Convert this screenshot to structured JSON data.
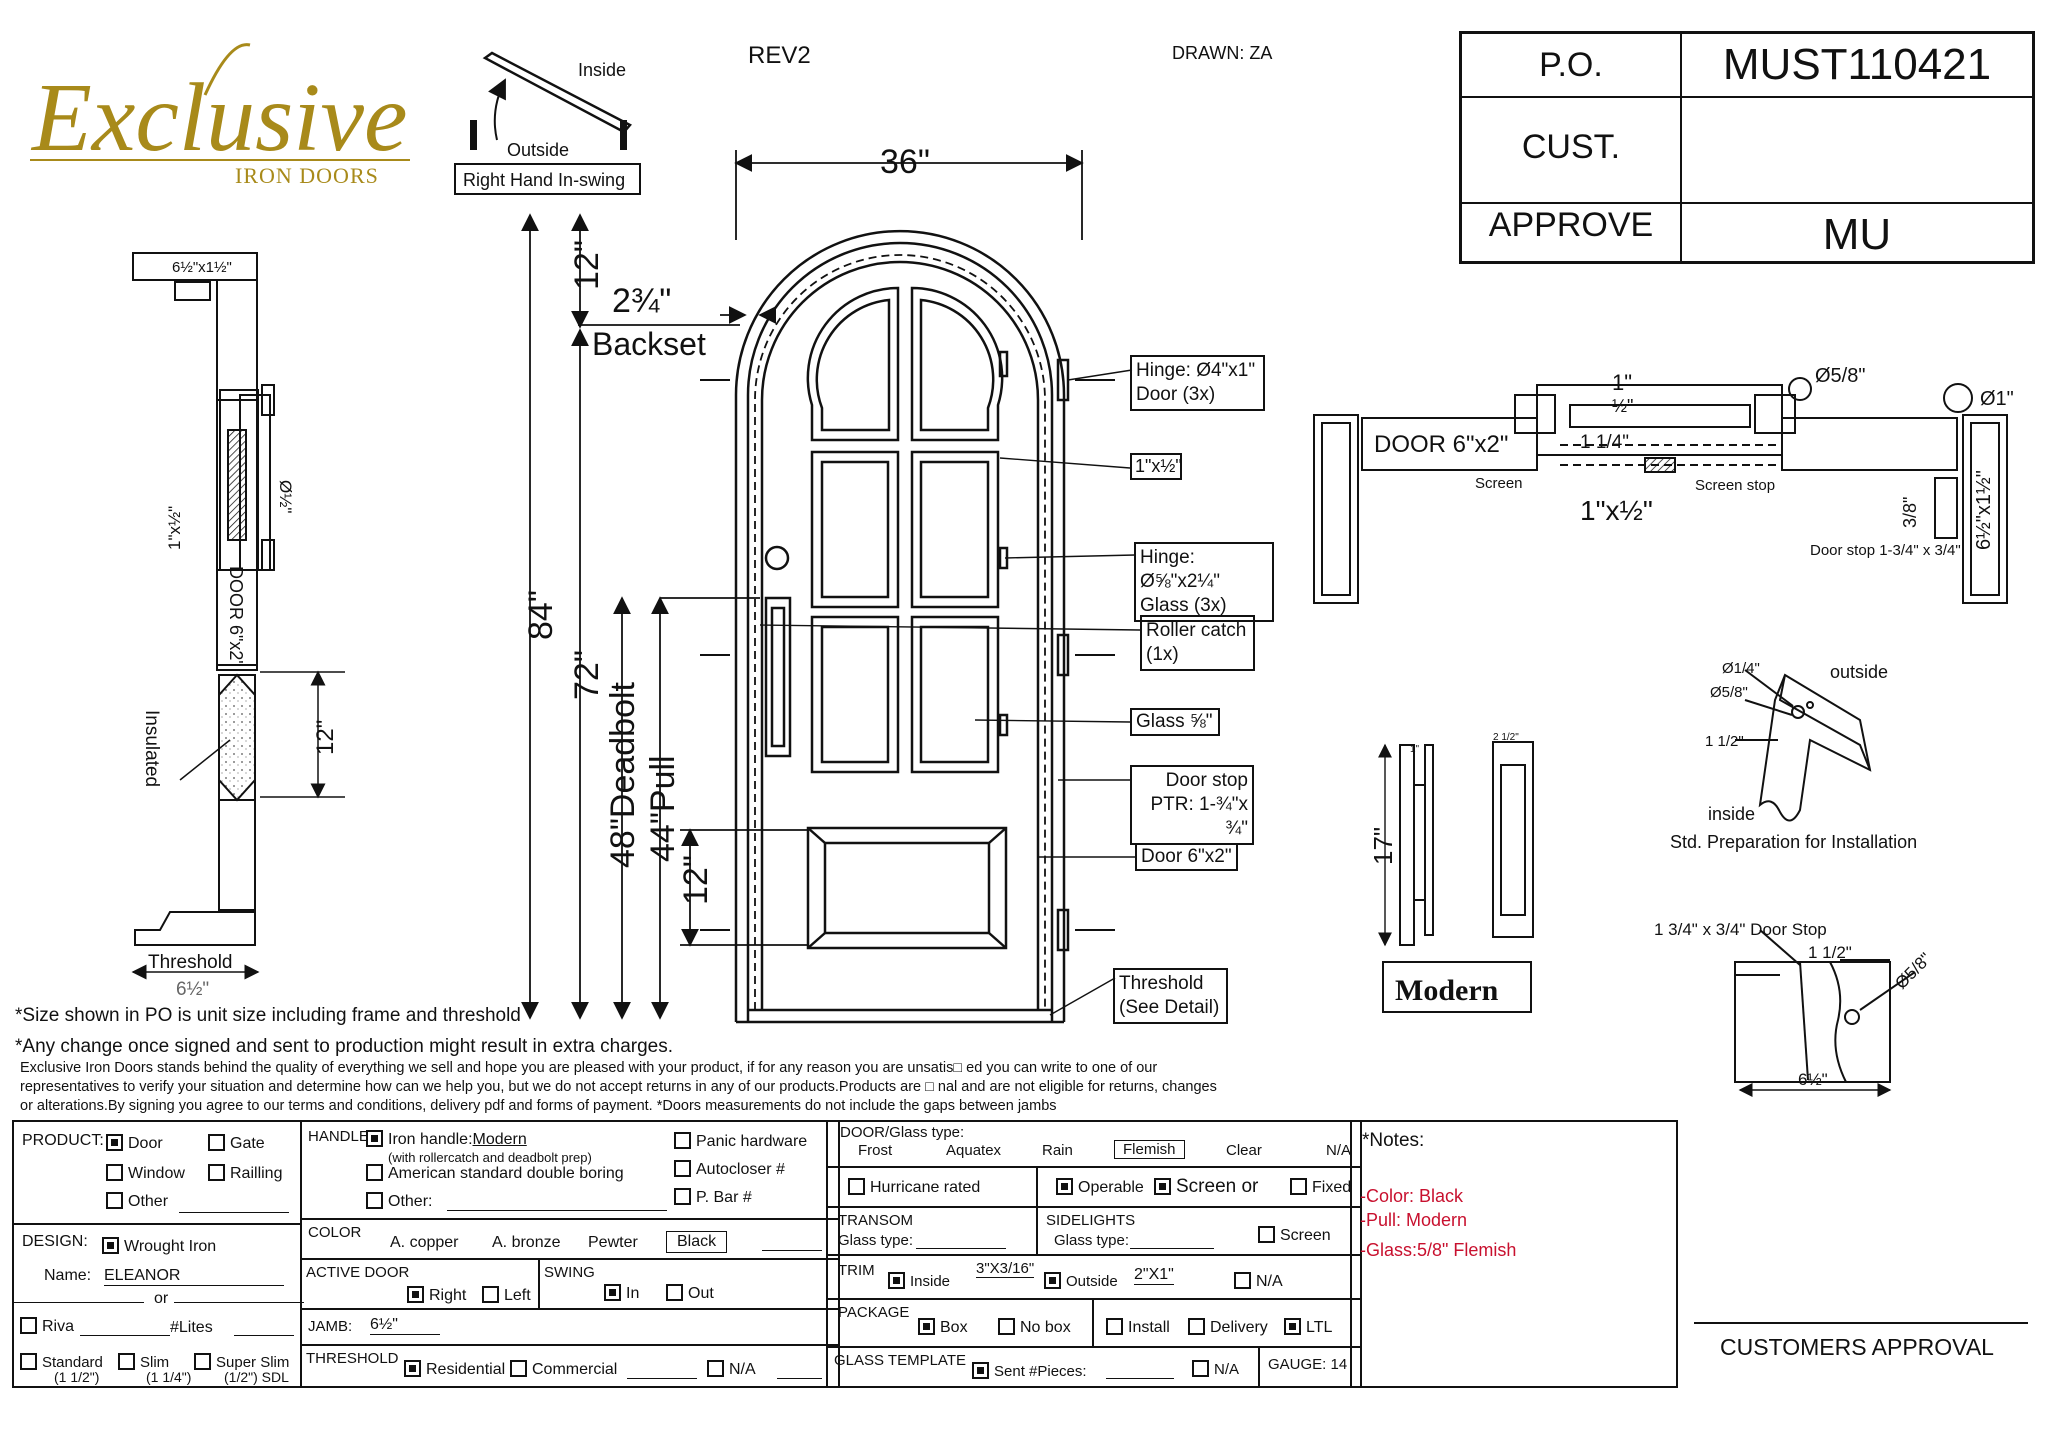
{
  "header": {
    "brand_main": "Exclusive",
    "brand_sub": "IRON DOORS",
    "revision": "REV2",
    "drawn_by": "DRAWN: ZA",
    "swing_inside": "Inside",
    "swing_outside": "Outside",
    "swing_type": "Right Hand In-swing"
  },
  "title_block": {
    "po_label": "P.O.",
    "po_value": "MUST110421",
    "cust_label": "CUST.",
    "cust_value": "",
    "approve_label": "APPROVE",
    "approve_value": "MU"
  },
  "elevation": {
    "width_dim": "36\"",
    "height_dim": "84\"",
    "arch_dim": "12\"",
    "backset_dim": "2¾\"",
    "backset_label": "Backset",
    "dim_72": "72\"",
    "deadbolt_label": "48\"Deadbolt",
    "pull_label": "44\"Pull",
    "kick_dim": "12\""
  },
  "callouts": {
    "hinge_door": "Hinge: Ø4\"x1\" Door (3x)",
    "bar_size": "1\"x½\"",
    "hinge_glass": "Hinge: Ø⅝\"x2¼\" Glass (3x)",
    "roller_catch": "Roller catch (1x)",
    "glass": "Glass ⅝\"",
    "door_stop": "Door stop PTR: 1-¾\"x ¾\"",
    "door_frame": "Door 6\"x2\"",
    "threshold": "Threshold (See Detail)"
  },
  "section": {
    "top_frame": "6½\"x1½\"",
    "bar_label": "1\"x½\"",
    "pin_label": "Ø½\"",
    "door_label": "DOOR 6\"x2\"",
    "insulated": "Insulated",
    "dim_12": "12\"",
    "threshold": "Threshold",
    "bottom_dim": "6½\""
  },
  "plan": {
    "door_label": "DOOR 6\"x2\"",
    "dim_1": "1\"",
    "dim_half": "½\"",
    "dim_quarter": "1 1/4\"",
    "bar": "1\"x½\"",
    "screen": "Screen",
    "screen_stop": "Screen stop",
    "pin_5_8": "Ø5/8\"",
    "pin_1": "Ø1\"",
    "dim_3_8": "3/8\"",
    "frame": "6½\"x1½\"",
    "door_stop": "Door stop 1-3/4\" x 3/4\""
  },
  "install_detail": {
    "d1": "Ø1/4\"",
    "d2": "Ø5/8\"",
    "d3": "1 1/2\"",
    "outside": "outside",
    "inside": "inside",
    "caption": "Std. Preparation for Installation"
  },
  "pull_detail": {
    "height": "17\"",
    "w1": "1\"",
    "w2": "2 1/2\"",
    "style": "Modern"
  },
  "stop_detail": {
    "stop": "1 3/4\" x 3/4\" Door Stop",
    "d": "1 1/2\"",
    "pin": "Ø5/8\"",
    "width": "6½\""
  },
  "notes": {
    "size_note": "*Size shown in PO is unit size including frame and threshold",
    "change_note": "*Any change once signed and sent to production might result in extra charges.",
    "disclaimer_1": "Exclusive Iron Doors stands behind the quality of everything we sell and hope you are pleased with your product, if for any reason you are unsatis□ ed you can write to one of our",
    "disclaimer_2": "representatives to verify your situation and determine how can we help you, but we do not accept returns in any of our products.Products are □ nal and are not eligible for returns, changes",
    "disclaimer_3": "or alterations.By signing you agree to our terms and conditions, delivery pdf and forms of payment. *Doors measurements do not include the gaps between jambs"
  },
  "form": {
    "product_label": "PRODUCT:",
    "product": [
      {
        "label": "Door",
        "checked": true
      },
      {
        "label": "Gate",
        "checked": false
      },
      {
        "label": "Window",
        "checked": false
      },
      {
        "label": "Railling",
        "checked": false
      },
      {
        "label": "Other",
        "checked": false
      }
    ],
    "design_label": "DESIGN:",
    "design_value": "Wrought Iron",
    "name_label": "Name:",
    "name_value": "ELEANOR",
    "or": "or",
    "riva": "Riva",
    "lites": "#Lites",
    "standard": "Standard",
    "standard_sub": "(1 1/2\")",
    "slim": "Slim",
    "slim_sub": "(1 1/4\")",
    "super_slim": "Super Slim",
    "super_slim_sub": "(1/2\") SDL",
    "handle_label": "HANDLE",
    "handle_iron": "Iron handle:",
    "handle_iron_value": "Modern",
    "handle_iron_sub": "(with rollercatch and deadbolt prep)",
    "handle_american": "American standard double boring",
    "handle_other": "Other:",
    "panic": "Panic hardware",
    "autocloser": "Autocloser #",
    "pbar": "P. Bar #",
    "color_label": "COLOR",
    "colors": [
      "A. copper",
      "A. bronze",
      "Pewter",
      "Black"
    ],
    "color_selected": "Black",
    "active_door_label": "ACTIVE DOOR",
    "active_right": "Right",
    "active_left": "Left",
    "swing_label": "SWING",
    "swing_in": "In",
    "swing_out": "Out",
    "jamb_label": "JAMB:",
    "jamb_value": "6½\"",
    "threshold_label": "THRESHOLD",
    "threshold_residential": "Residential",
    "threshold_commercial": "Commercial",
    "threshold_na": "N/A",
    "glass_type_label": "DOOR/Glass type:",
    "glass_types": [
      "Frost",
      "Aquatex",
      "Rain",
      "Flemish",
      "Clear",
      "N/A"
    ],
    "glass_selected": "Flemish",
    "hurricane": "Hurricane rated",
    "operable": "Operable",
    "screen_or": "Screen or",
    "fixed": "Fixed",
    "transom_label": "TRANSOM",
    "transom_glass": "Glass type:",
    "sidelights_label": "SIDELIGHTS",
    "sidelights_glass": "Glass type:",
    "screen": "Screen",
    "trim_label": "TRIM",
    "trim_inside": "Inside",
    "trim_inside_value": "3\"X3/16\"",
    "trim_outside": "Outside",
    "trim_outside_value": "2\"X1\"",
    "trim_na": "N/A",
    "package_label": "PACKAGE",
    "package_box": "Box",
    "package_nobox": "No box",
    "install": "Install",
    "delivery": "Delivery",
    "ltl": "LTL",
    "glass_template_label": "GLASS TEMPLATE",
    "sent_pieces": "Sent #Pieces:",
    "template_na": "N/A",
    "gauge": "GAUGE: 14"
  },
  "notes_box": {
    "title": "*Notes:",
    "color": "-Color: Black",
    "pull": "-Pull: Modern",
    "glass": "-Glass:5/8\" Flemish"
  },
  "approval": {
    "label": "CUSTOMERS APPROVAL"
  },
  "colors": {
    "line": "#111111",
    "note_red": "#c8102e",
    "brand_gold": "#a88a1a"
  }
}
